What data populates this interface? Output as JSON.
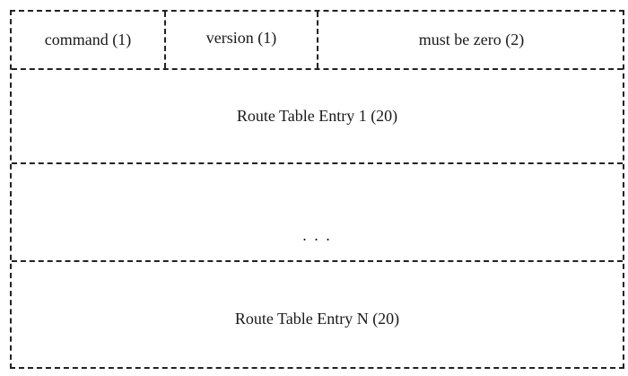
{
  "header": {
    "command": "command (1)",
    "version": "version (1)",
    "zero": "must be zero (2)"
  },
  "rows": {
    "entry_first": "Route Table Entry 1 (20)",
    "ellipsis": ". . .",
    "entry_last": "Route Table Entry N (20)"
  }
}
